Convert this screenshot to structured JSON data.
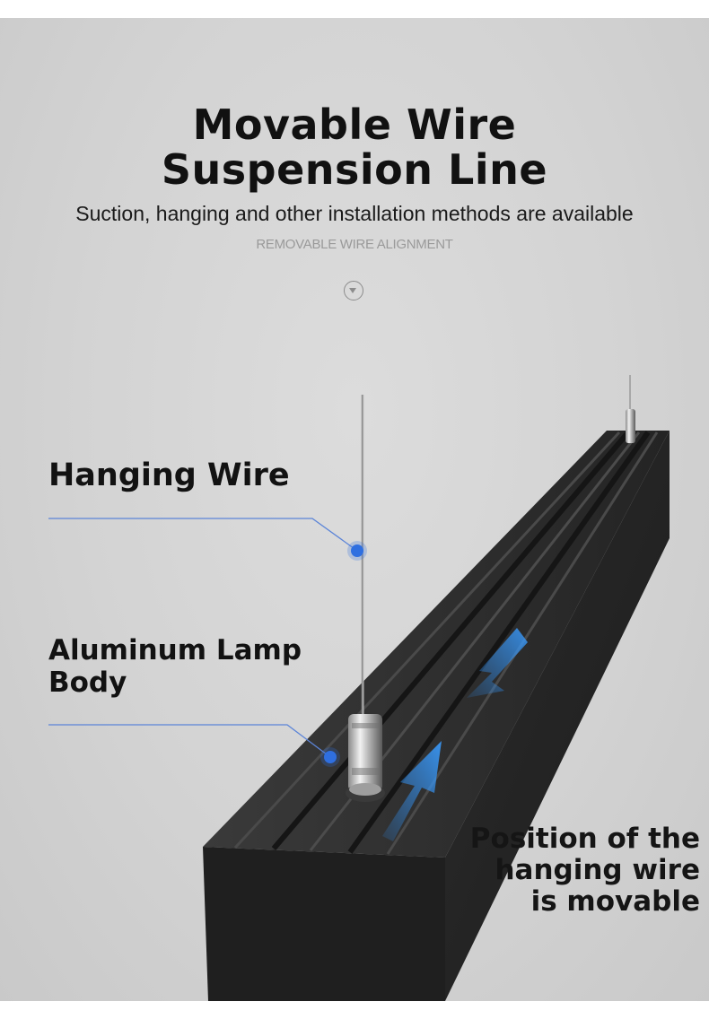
{
  "header": {
    "title_line1": "Movable Wire",
    "title_line2": "Suspension Line",
    "subtitle": "Suction, hanging and other installation methods are available",
    "caption": "REMOVABLE WIRE ALIGNMENT",
    "icon": "chevron-down-circle-icon"
  },
  "callouts": {
    "hanging_wire": "Hanging Wire",
    "aluminum_body_line1": "Aluminum Lamp",
    "aluminum_body_line2": "Body",
    "position_line1": "Position of the",
    "position_line2": "hanging wire",
    "position_line3": "is movable"
  },
  "colors": {
    "background": "#d6d6d6",
    "lamp_body": "#2a2a2a",
    "callout_line": "#4a7bd6",
    "callout_dot": "#2f6fe0",
    "arrow": "#2f8ef0"
  }
}
